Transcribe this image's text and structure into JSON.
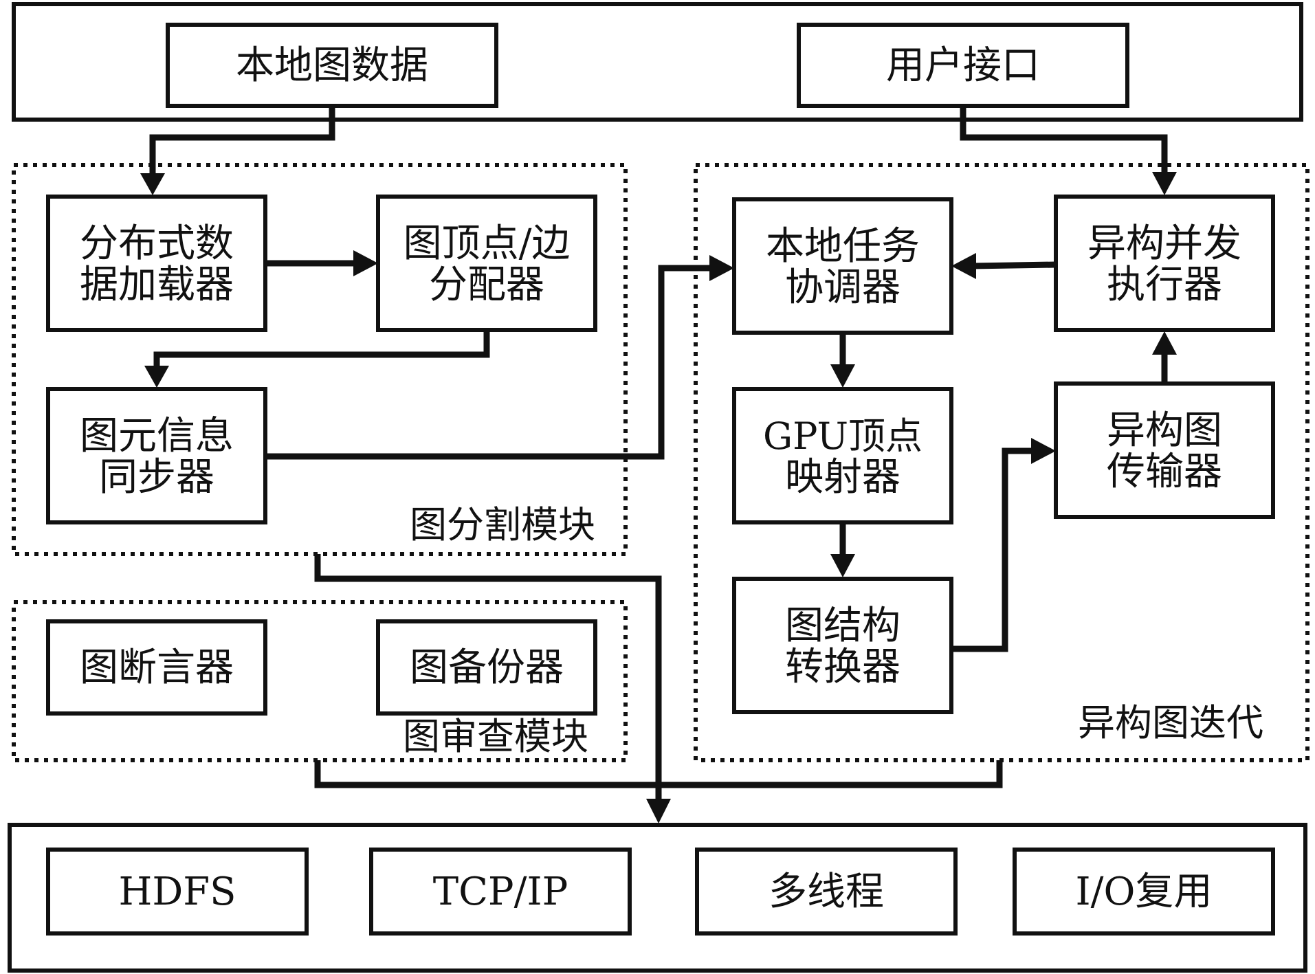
{
  "top_layer": {
    "local_graph_data": "本地图数据",
    "user_interface": "用户接口"
  },
  "partition_module": {
    "label": "图分割模块",
    "distributed_loader": [
      "分布式数",
      "据加载器"
    ],
    "vertex_edge_distributor": [
      "图顶点/边",
      "分配器"
    ],
    "meta_info_sync": [
      "图元信息",
      "同步器"
    ]
  },
  "review_module": {
    "label": "图审查模块",
    "graph_asserter": "图断言器",
    "graph_backup": "图备份器"
  },
  "iteration_module": {
    "label": "异构图迭代",
    "local_task_coordinator": [
      "本地任务",
      "协调器"
    ],
    "heterogeneous_executor": [
      "异构并发",
      "执行器"
    ],
    "gpu_vertex_mapper": [
      "GPU顶点",
      "映射器"
    ],
    "heterogeneous_transmitter": [
      "异构图",
      "传输器"
    ],
    "structure_converter": [
      "图结构",
      "转换器"
    ]
  },
  "bottom_layer": {
    "items": [
      "HDFS",
      "TCP/IP",
      "多线程",
      "I/O复用"
    ]
  }
}
